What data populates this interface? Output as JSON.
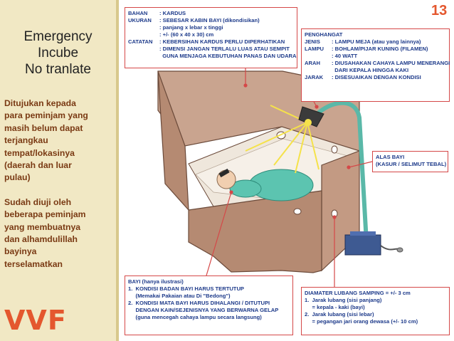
{
  "slide_number": "13",
  "left_panel": {
    "title_lines": [
      "Emergency",
      "Incube",
      "No tranlate"
    ],
    "description_lines": [
      "Ditujukan kepada",
      "para peminjam yang",
      "masih belum dapat",
      "terjangkau",
      "tempat/lokasinya",
      "(daerah dan luar",
      "pulau)",
      "",
      "Sudah diuji oleh",
      "beberapa peminjam",
      "yang membuatnya",
      "dan alhamdulillah",
      "bayinya",
      "terselamatkan"
    ],
    "logo_text": "VVF"
  },
  "material_box": {
    "rows": [
      {
        "key": "BAHAN",
        "value": ": KARDUS"
      },
      {
        "key": "UKURAN",
        "value": ": SEBESAR KABIN BAYI (dikondisikan)"
      },
      {
        "key": "",
        "value": ": panjang x lebar x tinggi"
      },
      {
        "key": "",
        "value": ": +/- (60 x 40 x 30) cm"
      },
      {
        "key": "CATATAN",
        "value": ": KEBERSIHAN KARDUS PERLU DIPERHATIKAN"
      },
      {
        "key": "",
        "value": ": DIMENSI JANGAN TERLALU LUAS ATAU SEMPIT"
      },
      {
        "key": "",
        "value": "  GUNA MENJAGA KEBUTUHAN PANAS DAN UDARA"
      }
    ]
  },
  "warmer_box": {
    "heading": "PENGHANGAT",
    "rows": [
      {
        "key": "JENIS",
        "value": ": LAMPU MEJA (atau yang lainnya)"
      },
      {
        "key": "LAMPU",
        "value": ": BOHLAM/PIJAR KUNING (FILAMEN)"
      },
      {
        "key": "",
        "value": ": 40 WATT"
      },
      {
        "key": "ARAH",
        "value": ": DIUSAHAKAN CAHAYA LAMPU MENERANGI"
      },
      {
        "key": "",
        "value": "  DARI KEPALA HINGGA KAKI"
      },
      {
        "key": "JARAK",
        "value": ": DISESUAIKAN DENGAN KONDISI"
      }
    ]
  },
  "base_box": {
    "lines": [
      "ALAS BAYI",
      "(KASUR / SELIMUT TEBAL)"
    ]
  },
  "baby_box": {
    "lines": [
      "BAYI (hanya ilustrasi)",
      "1.  KONDISI BADAN BAYI HARUS TERTUTUP",
      "     (Memakai Pakaian atau Di \"Bedong\")",
      "2.  KONDISI MATA BAYI HARUS DIHALANGI / DITUTUPI",
      "     DENGAN KAIN/SEJENISNYA YANG BERWARNA GELAP",
      "     (guna mencegah cahaya lampu secara langsung)"
    ]
  },
  "hole_box": {
    "lines": [
      "DIAMATER LUBANG SAMPING = +/- 3 cm",
      "1.  Jarak lubang (sisi panjang)",
      "     = kepala - kaki (bayi)",
      "2.  Jarak lubang (sisi lebar)",
      "     = pegangan jari orang dewasa (+/- 10 cm)"
    ]
  },
  "colors": {
    "accent": "#e4572e",
    "box_border": "#d54848",
    "box_text": "#1d3a8a",
    "left_text": "#7a3a14",
    "cardboard": "#b58a72",
    "baby": "#5cc4b0",
    "lamp_arm": "#5ab8a8"
  }
}
